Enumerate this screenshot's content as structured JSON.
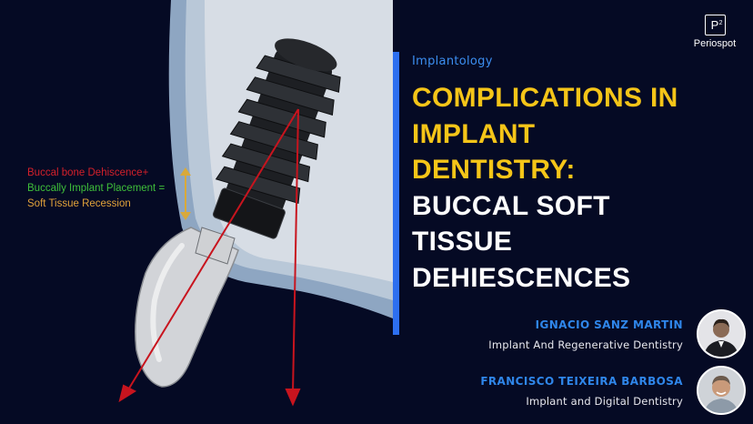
{
  "illustration": {
    "labels": {
      "line1": "Buccal bone Dehiscence+",
      "line2": "Buccally Implant Placement =",
      "line3": "Soft Tissue Recession"
    }
  },
  "brand": {
    "logo_mark": "P",
    "logo_sup": "2",
    "name": "Periospot"
  },
  "article": {
    "category": "Implantology",
    "title_lines": [
      {
        "text": "COMPLICATIONS IN",
        "color": "#f5c518"
      },
      {
        "text": "IMPLANT",
        "color": "#f5c518"
      },
      {
        "text": "DENTISTRY:",
        "color": "#f5c518"
      },
      {
        "text": "BUCCAL SOFT",
        "color": "#ffffff"
      },
      {
        "text": "TISSUE",
        "color": "#ffffff"
      },
      {
        "text": "DEHIESCENCES",
        "color": "#ffffff"
      }
    ]
  },
  "authors": [
    {
      "name": "IGNACIO SANZ MARTIN",
      "role": "Implant And Regenerative Dentistry"
    },
    {
      "name": "FRANCISCO TEIXEIRA BARBOSA",
      "role": "Implant and Digital Dentistry"
    }
  ],
  "colors": {
    "background": "#050a24",
    "accent_blue": "#2d6ff0",
    "title_yellow": "#f5c518",
    "arrow_red": "#c8141e",
    "label_red": "#d4202a",
    "label_green": "#3fbf3a",
    "label_orange": "#e2a23a"
  }
}
